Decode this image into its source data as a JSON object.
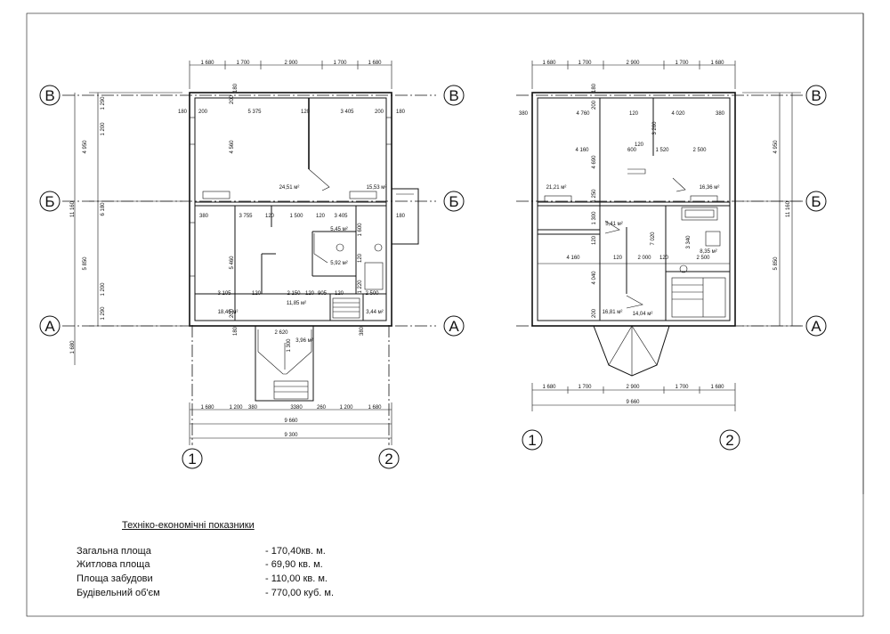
{
  "drawing": {
    "axes": {
      "letters": [
        "В",
        "Б",
        "А"
      ],
      "numbers": [
        "1",
        "2"
      ]
    },
    "plan1": {
      "top_dims": [
        "1 680",
        "1 700",
        "2 900",
        "1 700",
        "1 680"
      ],
      "bottom_dims_row1": [
        "1 680",
        "1 200",
        "380",
        "3380",
        "260",
        "1 200",
        "1 680"
      ],
      "bottom_total_1": "9 660",
      "bottom_total_2": "9 300",
      "left_dims": [
        "1 290",
        "1 200",
        "4 950",
        "6 180",
        "11 160",
        "1 290",
        "1 200",
        "5 850",
        "1 680"
      ],
      "inner_labels": [
        "180",
        "200",
        "5 375",
        "120",
        "3 405",
        "200",
        "180",
        "4 560",
        "200",
        "180",
        "380",
        "3 755",
        "120",
        "1 500",
        "120",
        "3 405",
        "180",
        "5 460",
        "120",
        "1 600",
        "1 220",
        "3 105",
        "120",
        "2 150",
        "120",
        "905",
        "120",
        "2 500",
        "2 620",
        "1 300",
        "200",
        "180",
        "380"
      ],
      "areas": [
        "24,51 м²",
        "15,53 м²",
        "5,45 м²",
        "5,92 м²",
        "18,46 м²",
        "11,85 м²",
        "3,44 м²",
        "3,96 м²"
      ]
    },
    "plan2": {
      "top_dims": [
        "1 680",
        "1 700",
        "2 900",
        "1 700",
        "1 680"
      ],
      "bottom_dims": [
        "1 680",
        "1 700",
        "2 900",
        "1 700",
        "1 680"
      ],
      "bottom_total": "9 660",
      "right_dims": [
        "4 950",
        "11 160",
        "5 850"
      ],
      "inner_labels": [
        "380",
        "4 760",
        "120",
        "4 020",
        "380",
        "180",
        "200",
        "120",
        "4 160",
        "600",
        "1 520",
        "2 500",
        "3 260",
        "4 690",
        "1 250",
        "1 300",
        "120",
        "7 020",
        "4 160",
        "120",
        "2 000",
        "120",
        "3 340",
        "2 500",
        "4 040",
        "200"
      ],
      "areas": [
        "21,21 м²",
        "16,36 м²",
        "5,41 м²",
        "8,35 м²",
        "16,81 м²",
        "14,04 м²"
      ]
    }
  },
  "tep": {
    "title": "Техніко-економічні показники",
    "rows": [
      {
        "label": "Загальна площа",
        "value": "- 170,40кв. м."
      },
      {
        "label": "Житлова площа",
        "value": "- 69,90 кв. м."
      },
      {
        "label": "Площа забудови",
        "value": "- 110,00 кв. м."
      },
      {
        "label": "Будівельний об'єм",
        "value": "- 770,00 куб. м."
      }
    ]
  }
}
